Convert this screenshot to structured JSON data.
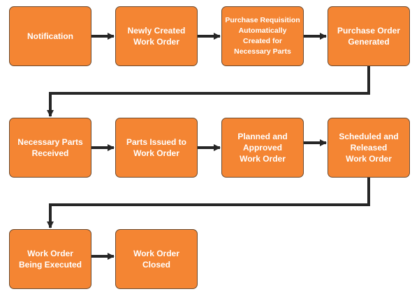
{
  "diagram": {
    "type": "process-flow",
    "steps": [
      {
        "id": "notification",
        "label": "Notification"
      },
      {
        "id": "newly-created-work-order",
        "label": "Newly Created\nWork Order"
      },
      {
        "id": "purchase-requisition",
        "label": "Purchase Requisition\nAutomatically\nCreated for\nNecessary Parts"
      },
      {
        "id": "purchase-order-generated",
        "label": "Purchase Order\nGenerated"
      },
      {
        "id": "necessary-parts-received",
        "label": "Necessary Parts\nReceived"
      },
      {
        "id": "parts-issued",
        "label": "Parts Issued to\nWork Order"
      },
      {
        "id": "planned-and-approved",
        "label": "Planned and\nApproved\nWork Order"
      },
      {
        "id": "scheduled-and-released",
        "label": "Scheduled and\nReleased\nWork Order"
      },
      {
        "id": "work-order-being-executed",
        "label": "Work Order\nBeing Executed"
      },
      {
        "id": "work-order-closed",
        "label": "Work Order\nClosed"
      }
    ],
    "connections": [
      {
        "from": "notification",
        "to": "newly-created-work-order"
      },
      {
        "from": "newly-created-work-order",
        "to": "purchase-requisition"
      },
      {
        "from": "purchase-requisition",
        "to": "purchase-order-generated"
      },
      {
        "from": "purchase-order-generated",
        "to": "necessary-parts-received"
      },
      {
        "from": "necessary-parts-received",
        "to": "parts-issued"
      },
      {
        "from": "parts-issued",
        "to": "planned-and-approved"
      },
      {
        "from": "planned-and-approved",
        "to": "scheduled-and-released"
      },
      {
        "from": "scheduled-and-released",
        "to": "work-order-being-executed"
      },
      {
        "from": "work-order-being-executed",
        "to": "work-order-closed"
      }
    ],
    "colors": {
      "box_fill": "#f48533",
      "box_border": "#6b4a2f",
      "text": "#ffffff",
      "connector": "#262626"
    }
  }
}
